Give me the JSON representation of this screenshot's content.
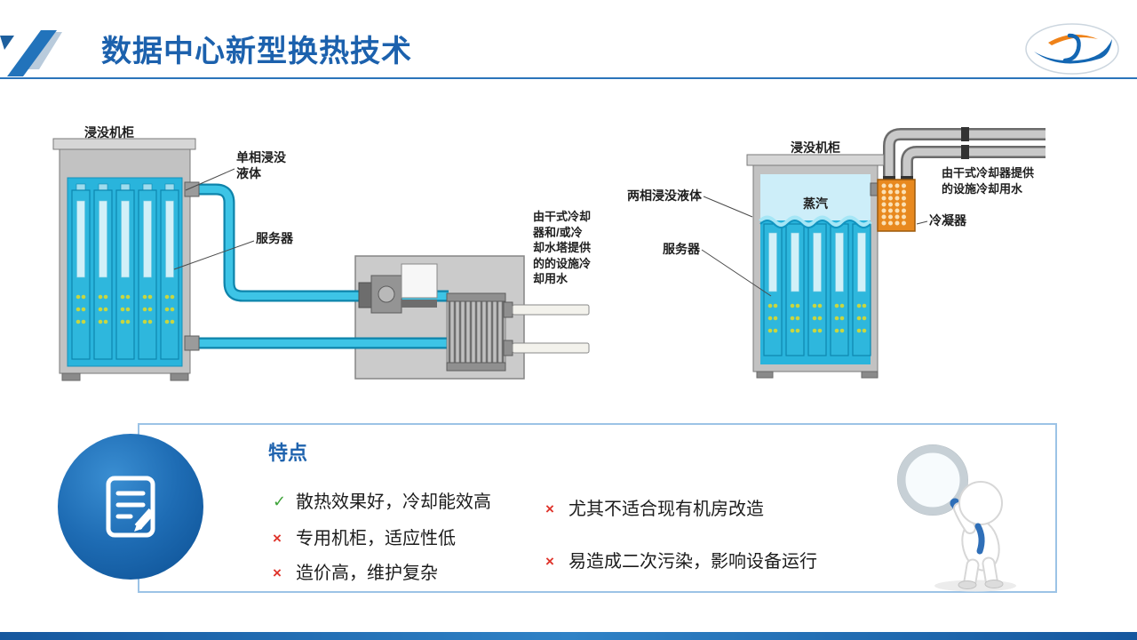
{
  "slide": {
    "title": "数据中心新型换热技术"
  },
  "left_diagram": {
    "cabinet_label": "浸没机柜",
    "fluid_label": "单相浸没液体",
    "server_label": "服务器",
    "facility_water_label": "由干式冷却器和/或冷却水塔提供的的设施冷却用水"
  },
  "right_diagram": {
    "cabinet_label": "浸没机柜",
    "fluid_label": "两相浸没液体",
    "vapor_label": "蒸汽",
    "server_label": "服务器",
    "condenser_label": "冷凝器",
    "facility_water_label": "由干式冷却器提供的设施冷却用水"
  },
  "features": {
    "heading": "特点",
    "left_items": [
      {
        "mark": "✓",
        "sentiment": "positive",
        "text": "散热效果好，冷却能效高"
      },
      {
        "mark": "×",
        "sentiment": "negative",
        "text": "专用机柜，适应性低"
      },
      {
        "mark": "×",
        "sentiment": "negative",
        "text": "造价高，维护复杂"
      }
    ],
    "right_items": [
      {
        "mark": "×",
        "sentiment": "negative",
        "text": "尤其不适合现有机房改造"
      },
      {
        "mark": "×",
        "sentiment": "negative",
        "text": "易造成二次污染，影响设备运行"
      }
    ]
  },
  "colors": {
    "title_blue": "#1c61ad",
    "coolant_cyan": "#29b4dc",
    "condenser_orange": "#e8891f",
    "check_green": "#3fa33a",
    "cross_red": "#df342b",
    "panel_border_blue": "#9cc3e6"
  }
}
